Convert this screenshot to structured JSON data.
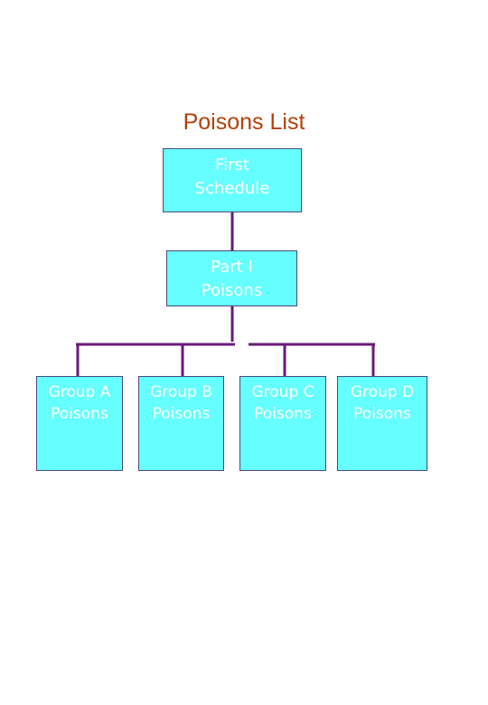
{
  "diagram": {
    "title": "Poisons List",
    "root": {
      "line1": "First",
      "line2": "Schedule"
    },
    "part": {
      "line1": "Part I",
      "line2": "Poisons"
    },
    "groups": [
      {
        "line1": "Group A",
        "line2": "Poisons"
      },
      {
        "line1": "Group B",
        "line2": "Poisons"
      },
      {
        "line1": "Group C",
        "line2": "Poisons"
      },
      {
        "line1": "Group D",
        "line2": "Poisons"
      }
    ],
    "colors": {
      "title": "#b3400a",
      "box_fill": "#66ffff",
      "box_border": "#4a4a7a",
      "box_text": "#ffffff",
      "connector": "#6a1a7a"
    }
  }
}
